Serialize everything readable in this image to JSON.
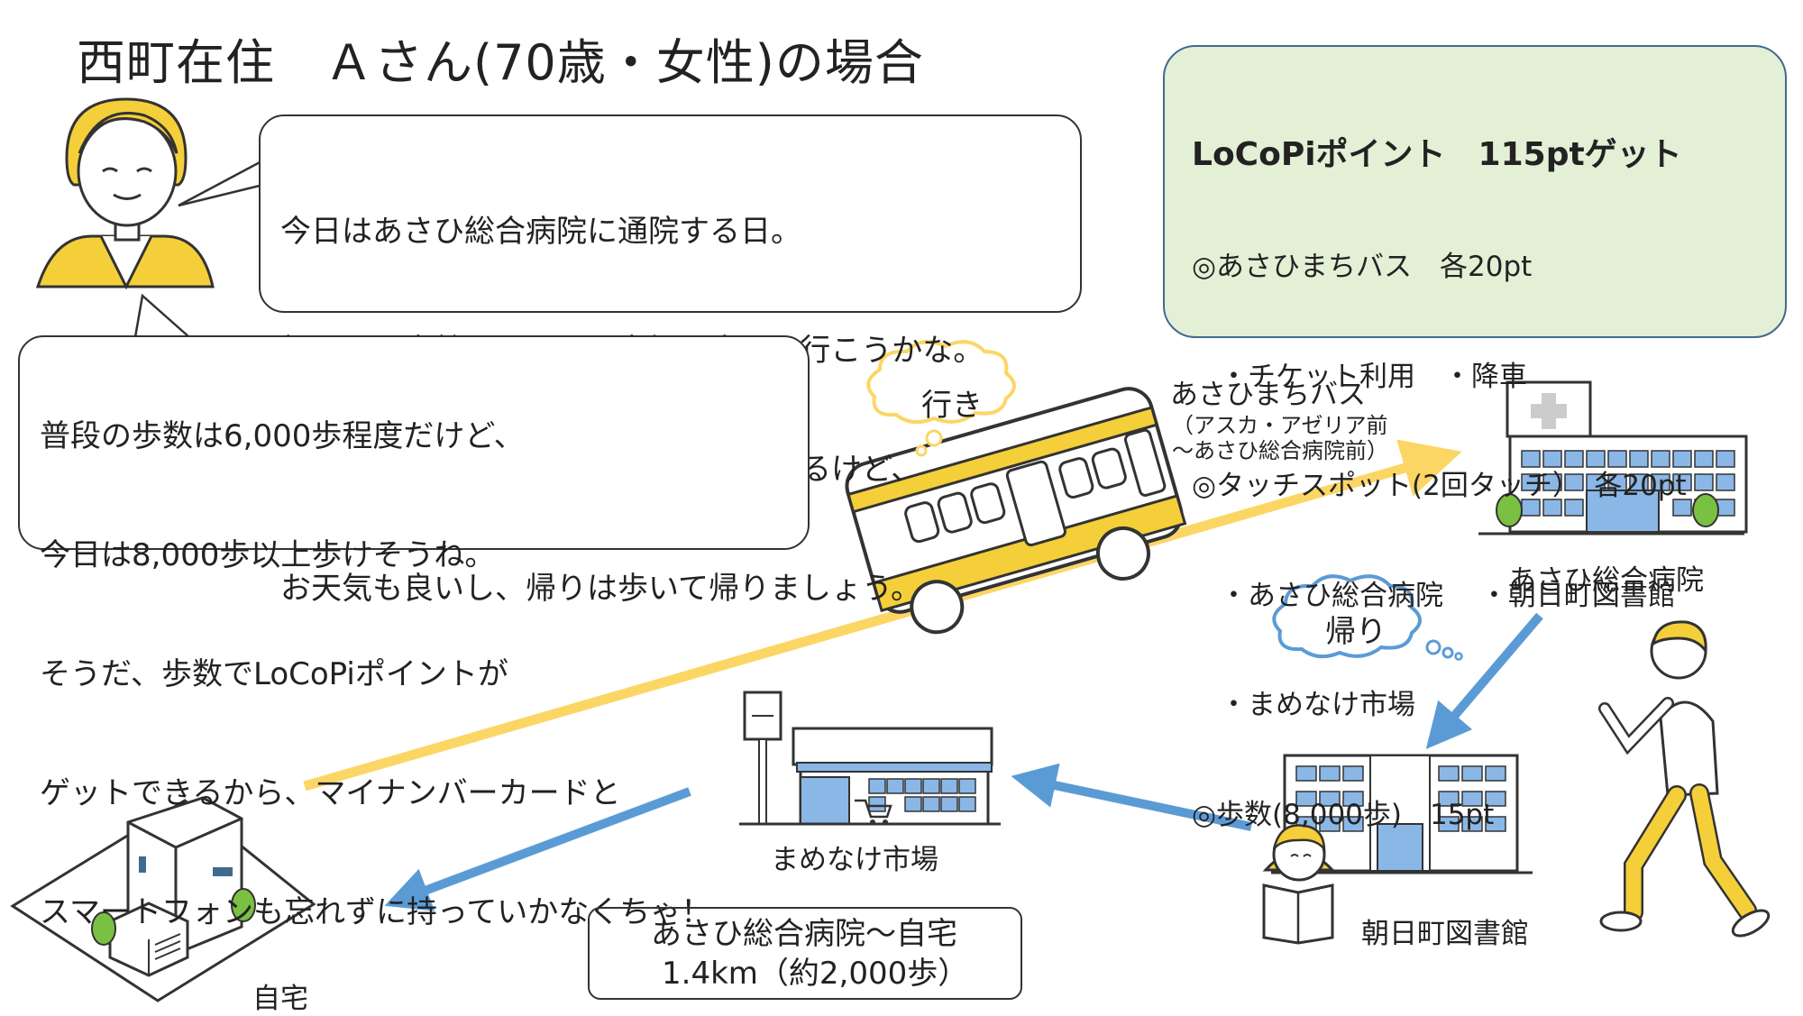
{
  "title": "西町在住　Ａさん(70歳・女性)の場合",
  "speech_bubble_1": [
    "今日はあさひ総合病院に通院する日。",
    "帰りに図書館とまめなけ市場に寄って行こうかな。",
    "いつもはあさひまちバスを利用しているけど、",
    "お天気も良いし、帰りは歩いて帰りましょう。"
  ],
  "speech_bubble_2": [
    "普段の歩数は6,000歩程度だけど、",
    "今日は8,000歩以上歩けそうね。",
    "そうだ、歩数でLoCoPiポイントが",
    "ゲットできるから、マイナンバーカードと",
    "スマートフォンも忘れずに持っていかなくちゃ！"
  ],
  "points_box": {
    "title": "LoCoPiポイント　115ptゲット",
    "lines": [
      "◎あさひまちバス　各20pt",
      "　・チケット利用　・降車",
      "◎タッチスポット(2回タッチ）　各20pt",
      "　・あさひ総合病院　 ・朝日町図書館",
      "　・まめなけ市場",
      "◎歩数(8,000歩)　15pt"
    ]
  },
  "bus_label": "あさひまちバス",
  "bus_route_line1": "（アスカ・アゼリア前",
  "bus_route_line2": "～あさひ総合病院前）",
  "going_label": "行き",
  "return_label": "帰り",
  "hospital_label": "あさひ総合病院",
  "library_label": "朝日町図書館",
  "market_label": "まめなけ市場",
  "home_label": "自宅",
  "distance_box": {
    "line1": "あさひ総合病院～自宅",
    "line2": "1.4km（約2,000歩）"
  },
  "colors": {
    "going_arrow": "#fcd665",
    "return_arrow": "#5b9bd5",
    "accent_yellow": "#f5cf3a",
    "points_bg": "#e3f0d6",
    "points_border": "#3f6b8f",
    "building_blue": "#8ab7e6"
  },
  "icons": [
    "woman-icon",
    "bus-icon",
    "hospital-icon",
    "library-icon",
    "market-icon",
    "house-icon",
    "walking-man-icon",
    "boy-reading-icon",
    "thought-cloud-icon"
  ]
}
